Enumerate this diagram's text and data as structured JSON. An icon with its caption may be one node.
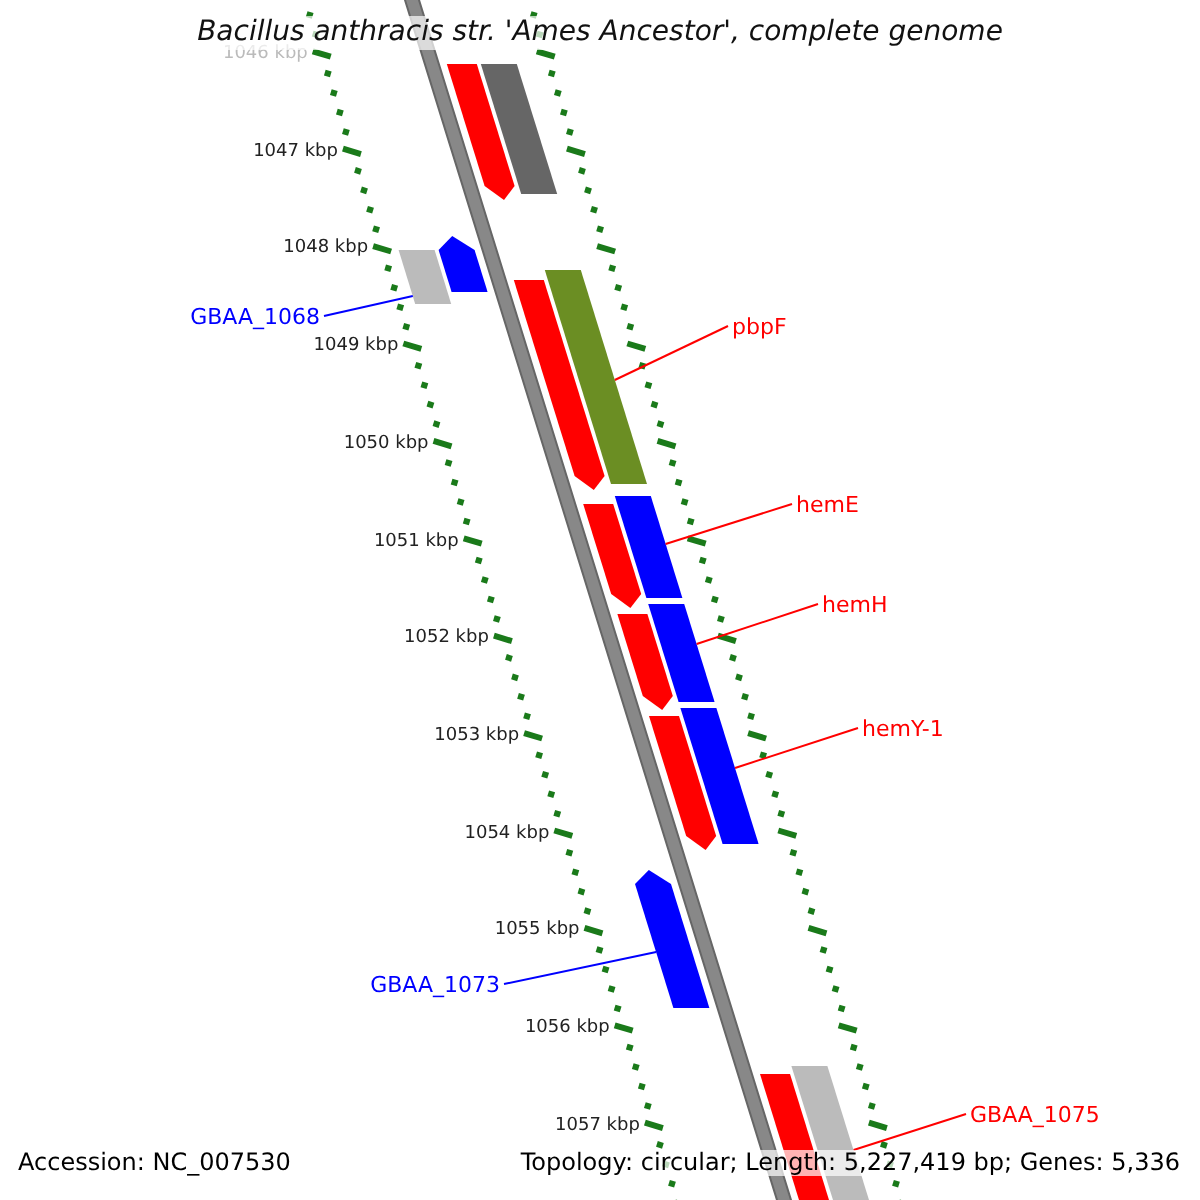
{
  "diagram": {
    "title": "Bacillus anthracis str. 'Ames Ancestor', complete genome",
    "nodes": [
      {
        "text": [],
        "shape": "bar"
      },
      {
        "text": [],
        "shape": "bar"
      },
      {
        "text": [
          "GBAA_1068"
        ]
      },
      {
        "text": [],
        "shape": "bar"
      },
      {
        "text": [],
        "shape": "bar"
      },
      {
        "text": [
          "pbpF"
        ]
      },
      {
        "text": [],
        "shape": "bar"
      },
      {
        "text": [],
        "shape": "bar"
      },
      {
        "text": [
          "hemE"
        ]
      },
      {
        "text": [],
        "shape": "bar"
      },
      {
        "text": [],
        "shape": "bar"
      },
      {
        "text": [
          "hemH"
        ]
      },
      {
        "text": [],
        "shape": "bar"
      },
      {
        "text": [],
        "shape": "bar"
      },
      {
        "text": [
          "hemY-1"
        ]
      },
      {
        "text": [],
        "shape": "bar"
      },
      {
        "text": [],
        "shape": "bar"
      },
      {
        "text": [
          "GBAA_1073"
        ]
      },
      {
        "text": [],
        "shape": "bar"
      },
      {
        "text": [
          "GBAA_1075"
        ]
      },
      {
        "text": [],
        "shape": "bar"
      },
      {
        "text": [],
        "shape": "bar"
      }
    ],
    "edges": [
      {
        "from": 2,
        "to": 4,
        "arrow": "none",
        "color": "#0000ff"
      },
      {
        "from": 5,
        "to": 7,
        "arrow": "none"
      },
      {
        "from": 8,
        "to": 10,
        "arrow": "none"
      },
      {
        "from": 11,
        "to": 13,
        "arrow": "none"
      },
      {
        "from": 14,
        "to": 16,
        "arrow": "none"
      },
      {
        "from": 17,
        "to": 18,
        "arrow": "none",
        "color": "#0000ff"
      },
      {
        "from": 19,
        "to": 21,
        "arrow": "none"
      }
    ],
    "labels": [
      "1046 kbp",
      "1047 kbp",
      "1048 kbp",
      "1049 kbp",
      "1050 kbp",
      "1051 kbp",
      "1052 kbp",
      "1053 kbp",
      "1054 kbp",
      "1055 kbp",
      "1056 kbp",
      "1057 kbp",
      "Accession: NC_007530",
      "Topology: circular; Length: 5,227,419 bp; Genes: 5,336"
    ]
  }
}
